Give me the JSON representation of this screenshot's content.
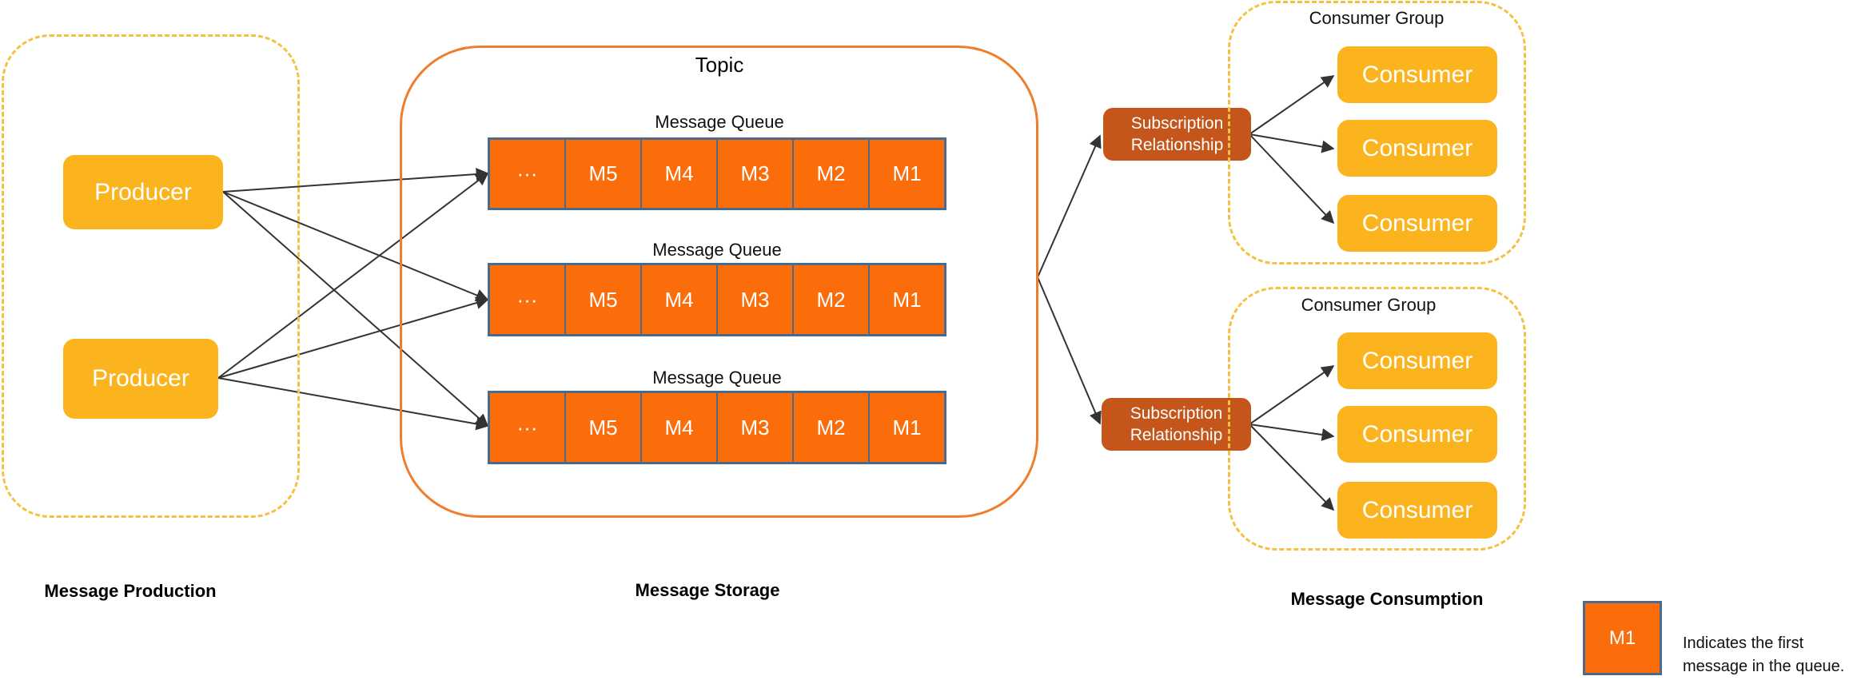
{
  "producers": [
    "Producer",
    "Producer"
  ],
  "topic": {
    "label": "Topic",
    "queues": [
      {
        "label": "Message Queue",
        "cells": [
          "···",
          "M5",
          "M4",
          "M3",
          "M2",
          "M1"
        ]
      },
      {
        "label": "Message Queue",
        "cells": [
          "···",
          "M5",
          "M4",
          "M3",
          "M2",
          "M1"
        ]
      },
      {
        "label": "Message Queue",
        "cells": [
          "···",
          "M5",
          "M4",
          "M3",
          "M2",
          "M1"
        ]
      }
    ]
  },
  "subscriptions": [
    {
      "line1": "Subscription",
      "line2": "Relationship"
    },
    {
      "line1": "Subscription",
      "line2": "Relationship"
    }
  ],
  "consumer_groups": [
    {
      "label": "Consumer Group",
      "consumers": [
        "Consumer",
        "Consumer",
        "Consumer"
      ]
    },
    {
      "label": "Consumer Group",
      "consumers": [
        "Consumer",
        "Consumer",
        "Consumer"
      ]
    }
  ],
  "sections": {
    "production": "Message Production",
    "storage": "Message Storage",
    "consumption": "Message Consumption"
  },
  "legend": {
    "cell": "M1",
    "line1": "Indicates the first",
    "line2": "message in the queue."
  },
  "colors": {
    "producer_consumer": "#fbb41e",
    "queue_cell": "#fb6d0a",
    "subscription": "#c5561b",
    "topic_border": "#f07d2b",
    "group_border": "#f6c043",
    "queue_border": "#4b6a8d"
  }
}
